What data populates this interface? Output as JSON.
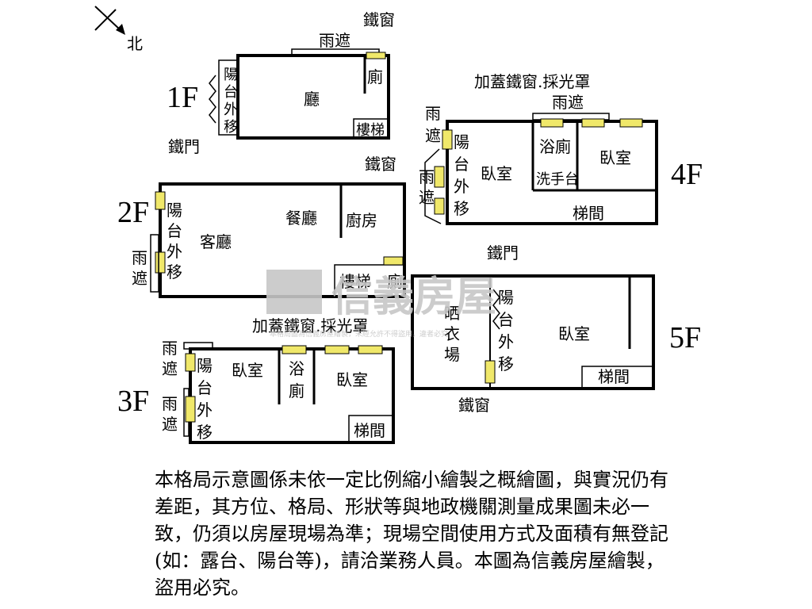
{
  "compass": {
    "north_label": "北"
  },
  "floors": {
    "f1": "1F",
    "f2": "2F",
    "f3": "3F",
    "f4": "4F",
    "f5": "5F"
  },
  "rooms": {
    "f1_living": "廳",
    "f1_toilet": "廁",
    "f1_stairs": "樓梯",
    "f1_balcony": "陽台外移",
    "f1_iron_door": "鐵門",
    "f1_awning": "雨遮",
    "f1_iron_window": "鐵窗",
    "f2_living": "客廳",
    "f2_dining": "餐廳",
    "f2_kitchen": "廚房",
    "f2_stairs": "樓梯",
    "f2_toilet": "廁",
    "f2_balcony": "陽台外移",
    "f2_awning": "雨遮",
    "f2_iron_window": "鐵窗",
    "f3_note": "加蓋鐵窗.採光罩",
    "f3_awning1": "雨遮",
    "f3_awning2": "雨遮",
    "f3_balcony": "陽台外移",
    "f3_bedroom1": "臥室",
    "f3_bath": "浴廁",
    "f3_bedroom2": "臥室",
    "f3_stairwell": "梯間",
    "f4_note": "加蓋鐵窗.採光罩",
    "f4_awning_top": "雨遮",
    "f4_awning1": "雨遮",
    "f4_awning2": "雨遮",
    "f4_balcony": "陽台外移",
    "f4_bedroom1": "臥室",
    "f4_bath": "浴廁",
    "f4_sink": "洗手台",
    "f4_bedroom2": "臥室",
    "f4_stairwell": "梯間",
    "f5_iron_door": "鐵門",
    "f5_drying": "晒衣場",
    "f5_balcony": "陽台外移",
    "f5_bedroom": "臥室",
    "f5_stairwell": "梯間",
    "f5_iron_window": "鐵窗"
  },
  "watermark": {
    "brand": "信義房屋",
    "notice": "本格局圖為信義房屋繪製，未經允許不得盜用，違者必究"
  },
  "disclaimer": "本格局示意圖係未依一定比例縮小繪製之概繪圖，與實況仍有差距，其方位、格局、形狀等與地政機關測量成果圖未必一致，仍須以房屋現場為準；現場空間使用方式及面積有無登記(如：露台、陽台等)，請洽業務人員。本圖為信義房屋繪製，盜用必究。",
  "colors": {
    "window_fill": "#f0e86a",
    "watermark": "#c7c7c7"
  }
}
